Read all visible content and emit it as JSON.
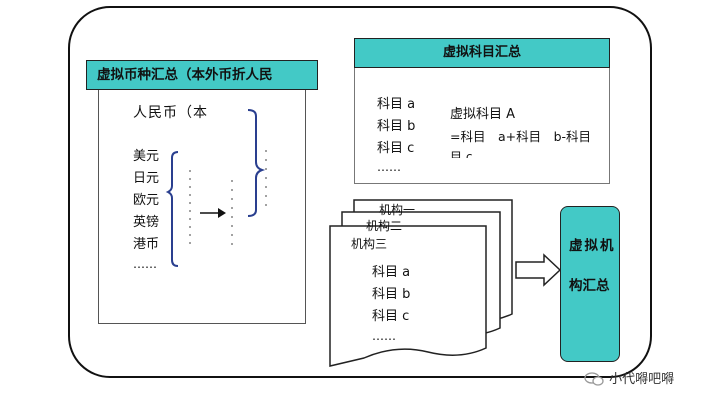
{
  "left": {
    "title": "虚拟币种汇总（本外币折人民",
    "rmb": "人民币（本",
    "currencies": [
      "美元",
      "日元",
      "欧元",
      "英镑",
      "港币",
      "……"
    ]
  },
  "right_top": {
    "title": "虚拟科目汇总",
    "items": [
      "科目 a",
      "科目 b",
      "科目 c",
      "……"
    ],
    "virtual_title": "虚拟科目 A",
    "formula": "=科目　a+科目　b-科目",
    "formula_cont": "目 c"
  },
  "org": {
    "names": [
      "机构一",
      "机构二",
      "机构三"
    ],
    "items": [
      "科目 a",
      "科目 b",
      "科目 c",
      "……"
    ]
  },
  "summary": {
    "line1": "虚拟机",
    "line2": "构汇总"
  },
  "watermark": "小代嘚吧嘚",
  "colors": {
    "accent": "#43c9c6"
  }
}
